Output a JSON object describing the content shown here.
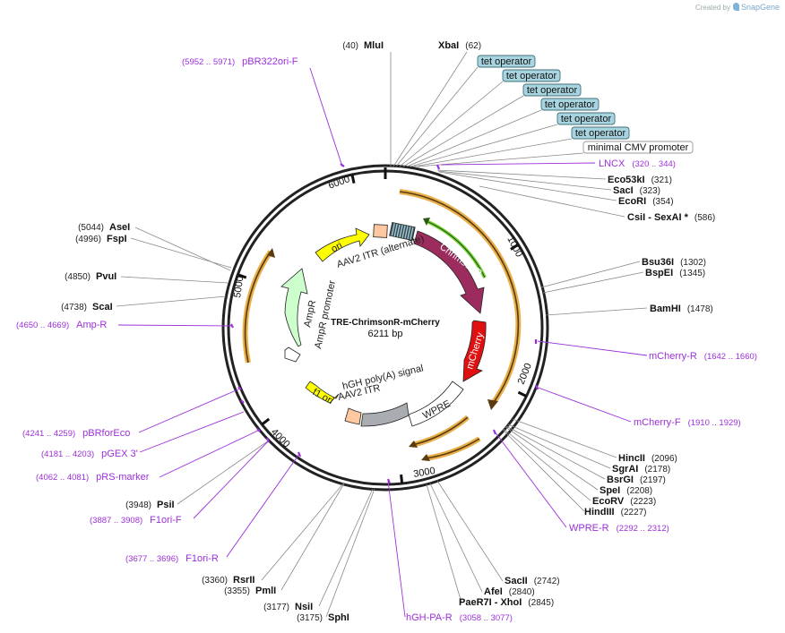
{
  "credit": {
    "prefix": "Created by",
    "brand": "SnapGene"
  },
  "plasmid": {
    "name": "TRE-ChrimsonR-mCherry",
    "length_label": "6211 bp",
    "length": 6211
  },
  "ticks": [
    "1000",
    "2000",
    "3000",
    "4000",
    "5000",
    "6000"
  ],
  "features": [
    {
      "label": "ChrimsonR",
      "type": "cds"
    },
    {
      "label": "mCherry",
      "type": "cds"
    },
    {
      "label": "WPRE",
      "type": "element"
    },
    {
      "label": "hGH poly(A) signal",
      "type": "element"
    },
    {
      "label": "AAV2 ITR",
      "type": "element"
    },
    {
      "label": "f1 ori",
      "type": "rep_origin"
    },
    {
      "label": "AmpR",
      "type": "cds"
    },
    {
      "label": "AmpR promoter",
      "type": "promoter"
    },
    {
      "label": "ori",
      "type": "rep_origin"
    },
    {
      "label": "AAV2 ITR (alternate)",
      "type": "element"
    }
  ],
  "boxed_labels": [
    {
      "text": "tet operator",
      "style": "teal"
    },
    {
      "text": "tet operator",
      "style": "teal"
    },
    {
      "text": "tet operator",
      "style": "teal"
    },
    {
      "text": "tet operator",
      "style": "teal"
    },
    {
      "text": "tet operator",
      "style": "teal"
    },
    {
      "text": "tet operator",
      "style": "teal"
    },
    {
      "text": "minimal CMV promoter",
      "style": "white"
    }
  ],
  "sites": [
    {
      "name": "MluI",
      "pos": "(40)"
    },
    {
      "name": "XbaI",
      "pos": "(62)"
    },
    {
      "name": "Eco53kI",
      "pos": "(321)"
    },
    {
      "name": "SacI",
      "pos": "(323)"
    },
    {
      "name": "EcoRI",
      "pos": "(354)"
    },
    {
      "name": "CsiI - SexAI *",
      "pos": "(586)"
    },
    {
      "name": "Bsu36I",
      "pos": "(1302)"
    },
    {
      "name": "BspEI",
      "pos": "(1345)"
    },
    {
      "name": "BamHI",
      "pos": "(1478)"
    },
    {
      "name": "HincII",
      "pos": "(2096)"
    },
    {
      "name": "SgrAI",
      "pos": "(2178)"
    },
    {
      "name": "BsrGI",
      "pos": "(2197)"
    },
    {
      "name": "SpeI",
      "pos": "(2208)"
    },
    {
      "name": "EcoRV",
      "pos": "(2223)"
    },
    {
      "name": "HindIII",
      "pos": "(2227)"
    },
    {
      "name": "SacII",
      "pos": "(2742)"
    },
    {
      "name": "AfeI",
      "pos": "(2840)"
    },
    {
      "name": "PaeR7I - XhoI",
      "pos": "(2845)"
    },
    {
      "name": "SphI",
      "pos": "(3175)"
    },
    {
      "name": "NsiI",
      "pos": "(3177)"
    },
    {
      "name": "PmlI",
      "pos": "(3355)"
    },
    {
      "name": "RsrII",
      "pos": "(3360)"
    },
    {
      "name": "PsiI",
      "pos": "(3948)"
    },
    {
      "name": "ScaI",
      "pos": "(4738)"
    },
    {
      "name": "PvuI",
      "pos": "(4850)"
    },
    {
      "name": "FspI",
      "pos": "(4996)"
    },
    {
      "name": "AseI",
      "pos": "(5044)"
    }
  ],
  "primers": [
    {
      "name": "pBR322ori-F",
      "range": "(5952 .. 5971)"
    },
    {
      "name": "LNCX",
      "range": "(320 .. 344)"
    },
    {
      "name": "mCherry-R",
      "range": "(1642 .. 1660)"
    },
    {
      "name": "mCherry-F",
      "range": "(1910 .. 1929)"
    },
    {
      "name": "WPRE-R",
      "range": "(2292 .. 2312)"
    },
    {
      "name": "hGH-PA-R",
      "range": "(3058 .. 3077)"
    },
    {
      "name": "F1ori-R",
      "range": "(3677 .. 3696)"
    },
    {
      "name": "F1ori-F",
      "range": "(3887 .. 3908)"
    },
    {
      "name": "pRS-marker",
      "range": "(4062 .. 4081)"
    },
    {
      "name": "pGEX 3'",
      "range": "(4181 .. 4203)"
    },
    {
      "name": "pBRforEco",
      "range": "(4241 .. 4259)"
    },
    {
      "name": "Amp-R",
      "range": "(4650 .. 4669)"
    }
  ],
  "colors": {
    "backbone": "#222222",
    "primer": "#9b30d9",
    "orf": "#e8b04a",
    "chrimsonr": "#9c2b5e",
    "mcherry": "#e01010",
    "ori": "#ffff00",
    "ampr": "#ccffcc",
    "wpre": "#ffffff",
    "itr": "#ffc8a0",
    "tet_fill": "#a8d4e0",
    "green_arrow": "#7ad43a",
    "grey_block": "#a9adb2"
  }
}
